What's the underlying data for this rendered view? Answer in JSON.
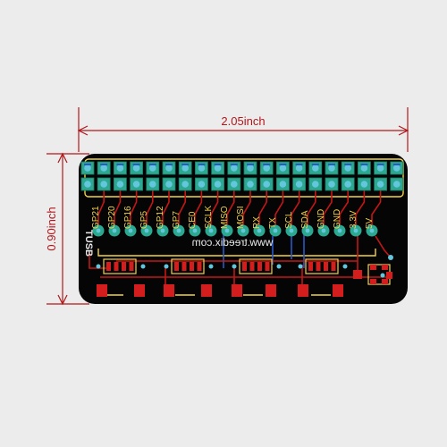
{
  "dimensions": {
    "width_label": "2.05inch",
    "height_label": "0.90inch"
  },
  "board": {
    "pin_labels": [
      "GP21",
      "GP20",
      "GP16",
      "GP5",
      "GP12",
      "GP7",
      "CE0",
      "SCLK",
      "MISO",
      "MOSI",
      "RX",
      "TX",
      "SCL",
      "SDA",
      "GND",
      "GND",
      "3.3V",
      "5V"
    ],
    "url_text": "www.treedix.com",
    "side_label": "TUSB"
  },
  "colors": {
    "background": "#ececec",
    "dimension": "#b0181c",
    "board": "#050505",
    "copper_pad": "#2ba88f",
    "via": "#63c6dd",
    "trace_red": "#c41616",
    "trace_blue": "#2a58c8",
    "silkscreen": "#f3d34b",
    "text_light": "#e8e8e8"
  }
}
